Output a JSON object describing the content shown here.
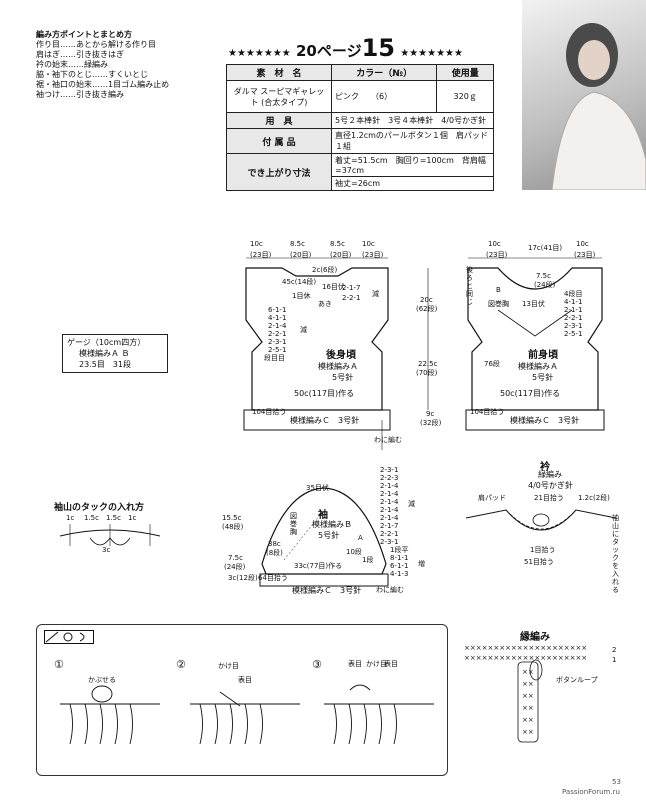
{
  "points": {
    "heading": "編み方ポイントとまとめ方",
    "items": [
      "作り目……あとから解ける作り目",
      "肩はぎ……引き抜きはぎ",
      "衿の始末……緑編み",
      "脇・袖下のとじ……すくいとじ",
      "裾・袖口の始末……1目ゴム編み止め",
      "袖つけ……引き抜き編み"
    ]
  },
  "title": {
    "stars_left": "★★★★★★★",
    "prefix": "20ページ",
    "number": "15",
    "stars_right": "★★★★★★★"
  },
  "spec": {
    "h_material": "素　材　名",
    "h_color": "カラー（№）",
    "h_amount": "使用量",
    "material": "ダルマ スーピマギャレット (合太タイプ)",
    "color": "ピンク　　（6）",
    "amount": "320ｇ",
    "h_tools": "用　具",
    "tools": "5号２本棒針　3号４本棒針　4/0号かぎ針",
    "h_parts": "付 属 品",
    "parts": "直径1.2cmのパールボタン１個　肩パッド１組",
    "h_size": "でき上がり寸法",
    "size1": "着丈=51.5cm　胸回り=100cm　背肩幅=37cm",
    "size2": "袖丈=26cm"
  },
  "gauge": {
    "title": "ゲージ（10cm四方）",
    "line1": "模様編みＡ Ｂ",
    "line2": "23.5目　31段"
  },
  "back": {
    "title": "後身頃",
    "pattern": "模様編みＡ",
    "needle": "5号針",
    "dims_top": [
      "10c",
      "8.5c",
      "8.5c",
      "10c"
    ],
    "sts_top": [
      "(23目)",
      "(20目)",
      "(20目)",
      "(23目)"
    ],
    "neck_rows": "2c(6段)",
    "shoulder": "45c(14段)",
    "bind": "1目休",
    "ake": "あき",
    "st_ake": "16目伏",
    "shoulder_dec": [
      "2-1-7",
      "2-2-1",
      "減"
    ],
    "arm_dec": [
      "6-1-1",
      "4-1-1",
      "2-1-4",
      "2-2-1",
      "2-3-1",
      "2-5-1",
      "段目目",
      "減"
    ],
    "height_yoke": "20c",
    "rows_yoke": "(62段)",
    "height_body": "22.5c",
    "rows_body": "(70段)",
    "cast": "50c(117目)作る",
    "rib_rows": "9c",
    "rib_rows2": "(32段)",
    "pick": "104目拾う",
    "rib": "模様編みＣ　3号針",
    "circular": "わに編む"
  },
  "front": {
    "title": "前身頃",
    "pattern": "模様編みＡ",
    "needle": "5号針",
    "dims_top": [
      "10c",
      "17c(41目)",
      "10c"
    ],
    "sts_top": [
      "(23目)",
      "(23目)"
    ],
    "neck": "7.5c",
    "neck2": "(24段)",
    "mark_b": "B",
    "rest": "13目伏",
    "sizes": "図巻胸",
    "sidewords": "後ろと同じ",
    "neck_dec": [
      "4段目",
      "4-1-1",
      "2-1-1",
      "2-2-1",
      "2-3-1",
      "2-5-1"
    ],
    "rows": "76段",
    "cast": "50c(117目)作る",
    "pick": "104目拾う",
    "rib": "模様編みＣ　3号針"
  },
  "tuck": {
    "title": "袖山のタックの入れ方",
    "w": [
      "1c",
      "1.5c",
      "1.5c",
      "1c"
    ],
    "bottom": "3c"
  },
  "sleeve": {
    "title": "袖",
    "pattern": "模様編みＢ",
    "needle": "5号針",
    "top": "35目伏",
    "side_words": "図巻胸",
    "cap_h": "15.5c",
    "cap_rows": "(48段)",
    "lower_h": "7.5c",
    "lower_rows": "(24段)",
    "rib_h": "3c(12段)",
    "width": "33c(77目)作る",
    "pick": "64目拾う",
    "rib": "模様編みＣ　3号針",
    "circular": "わに編む",
    "a": "A",
    "rows38": "38c",
    "rows2": "(8段)",
    "tenrows": "10段",
    "onerow": "1段",
    "cap_dec": [
      "2-3-1",
      "2-2-3",
      "2-1-4",
      "2-1-4",
      "2-1-4",
      "2-1-4",
      "2-1-4",
      "2-1-7",
      "2-2-1",
      "2-3-1"
    ],
    "dec_word": "減",
    "inc": [
      "1段平",
      "8-1-1",
      "6-1-1",
      "4-1-3"
    ],
    "inc_word": "増"
  },
  "collar": {
    "title": "衿",
    "pattern": "緑編み",
    "needle": "4/0号かぎ針",
    "sts": "21目拾う",
    "rows": "1.2c(2段)",
    "pad": "肩パッド",
    "sleeve_tuck": "袖山にタックを入れる",
    "pick1": "1目拾う",
    "pick2": "51目拾う"
  },
  "edging": {
    "title": "縁編み",
    "loop": "ボタンループ",
    "rows": [
      "2",
      "1"
    ]
  },
  "howto": {
    "steps": [
      "①",
      "②",
      "③"
    ],
    "s1": "かぶせる",
    "s2a": "かけ目",
    "s2b": "表目",
    "s3a": "表目",
    "s3b": "かけ目",
    "s3c": "表目"
  },
  "footer": {
    "page": "53",
    "site": "PassionForum.ru"
  }
}
